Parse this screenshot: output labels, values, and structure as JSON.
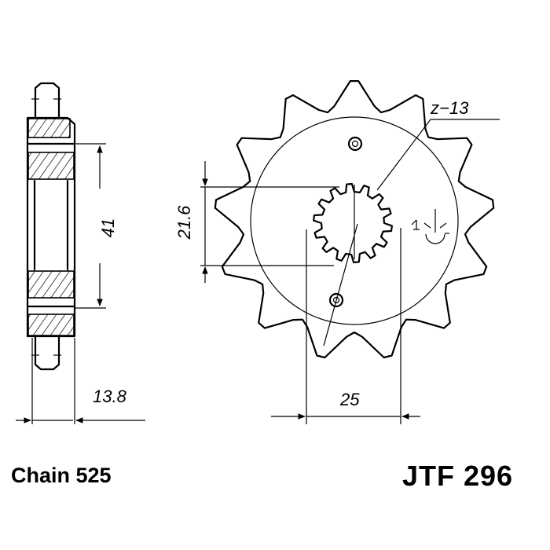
{
  "caption": {
    "chain": "Chain 525",
    "part_number": "JTF 296"
  },
  "dimensions": {
    "hub_width": "13.8",
    "bore_height": "41",
    "spline_height": "21.6",
    "bolt_spacing": "25",
    "teeth": "z−13"
  },
  "colors": {
    "ink": "#000000",
    "background": "#ffffff"
  },
  "icons": [
    "forward-rotation-symbol"
  ]
}
